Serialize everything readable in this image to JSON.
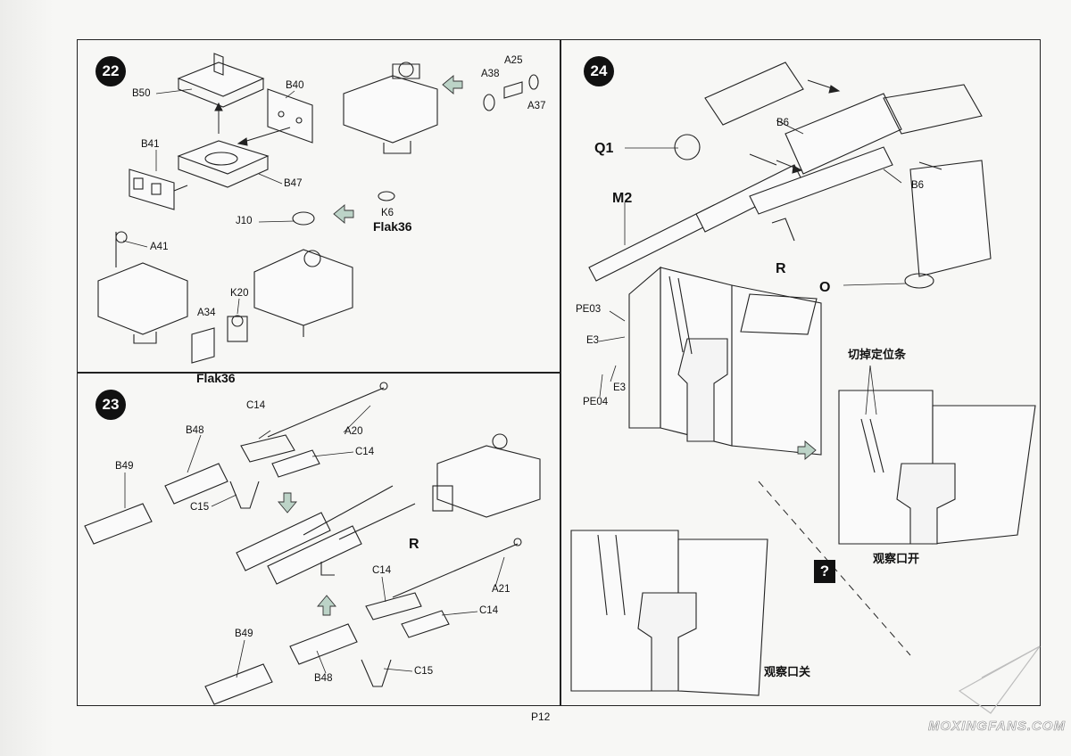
{
  "page_number": "P12",
  "watermark": "MOXINGFANS.COM",
  "steps": {
    "s22": "22",
    "s23": "23",
    "s24": "24"
  },
  "step22": {
    "labels": {
      "b50": "B50",
      "b40": "B40",
      "b41": "B41",
      "b47": "B47",
      "a38": "A38",
      "a25": "A25",
      "a37": "A37",
      "k6": "K6",
      "j10": "J10",
      "a41": "A41",
      "k20": "K20",
      "a34": "A34"
    },
    "flak_label_1": "Flak36",
    "flak_label_2": "Flak36"
  },
  "step23": {
    "labels": {
      "c14_top": "C14",
      "a20": "A20",
      "b48_top": "B48",
      "c14_top_right": "C14",
      "b49_top": "B49",
      "c15_top": "C15",
      "r": "R",
      "c14_bottom": "C14",
      "a21": "A21",
      "c14_bottom_right": "C14",
      "b49_bottom": "B49",
      "b48_bottom": "B48",
      "c15_bottom": "C15"
    }
  },
  "step24": {
    "labels": {
      "q1": "Q1",
      "b6_top": "B6",
      "m2": "M2",
      "b6_right": "B6",
      "r": "R",
      "o": "O",
      "pe03": "PE03",
      "e3_top": "E3",
      "e3_bottom": "E3",
      "pe04": "PE04"
    },
    "cut_note": "切掉定位条",
    "hatch_open": "观察口开",
    "hatch_closed": "观察口关",
    "question_mark": "?"
  }
}
